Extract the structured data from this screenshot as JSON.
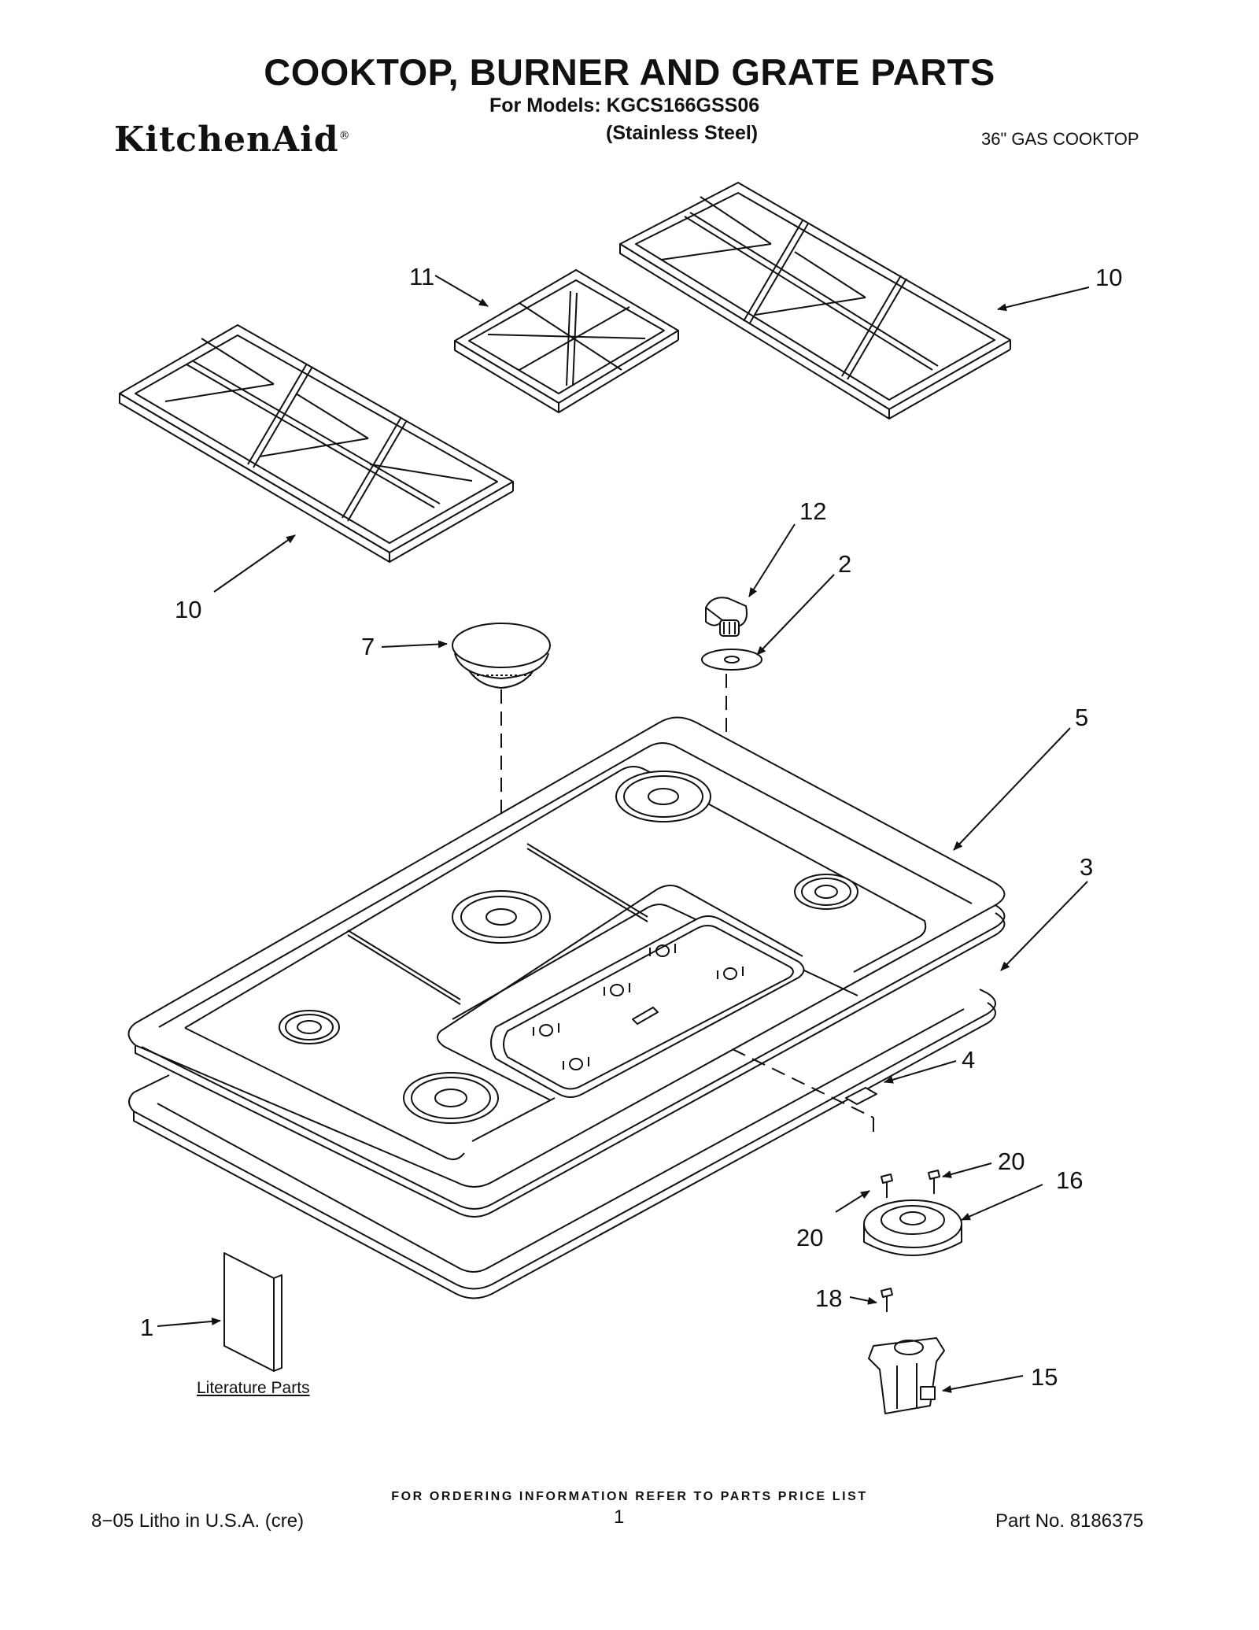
{
  "header": {
    "title": "COOKTOP, BURNER AND GRATE PARTS",
    "models_line": "For Models: KGCS166GSS06",
    "variant": "(Stainless Steel)",
    "brand": "KitchenAid",
    "brand_mark": "®",
    "product": "36\" GAS COOKTOP"
  },
  "callouts": {
    "c11": "11",
    "c10a": "10",
    "c10b": "10",
    "c12": "12",
    "c2": "2",
    "c7": "7",
    "c5": "5",
    "c3": "3",
    "c4": "4",
    "c20a": "20",
    "c16": "16",
    "c20b": "20",
    "c18": "18",
    "c15": "15",
    "c1": "1"
  },
  "literature_label": "Literature Parts",
  "footer": {
    "ordering": "FOR ORDERING INFORMATION REFER TO PARTS PRICE LIST",
    "litho": "8−05 Litho in U.S.A. (cre)",
    "page": "1",
    "part_no": "Part No. 8186375"
  }
}
